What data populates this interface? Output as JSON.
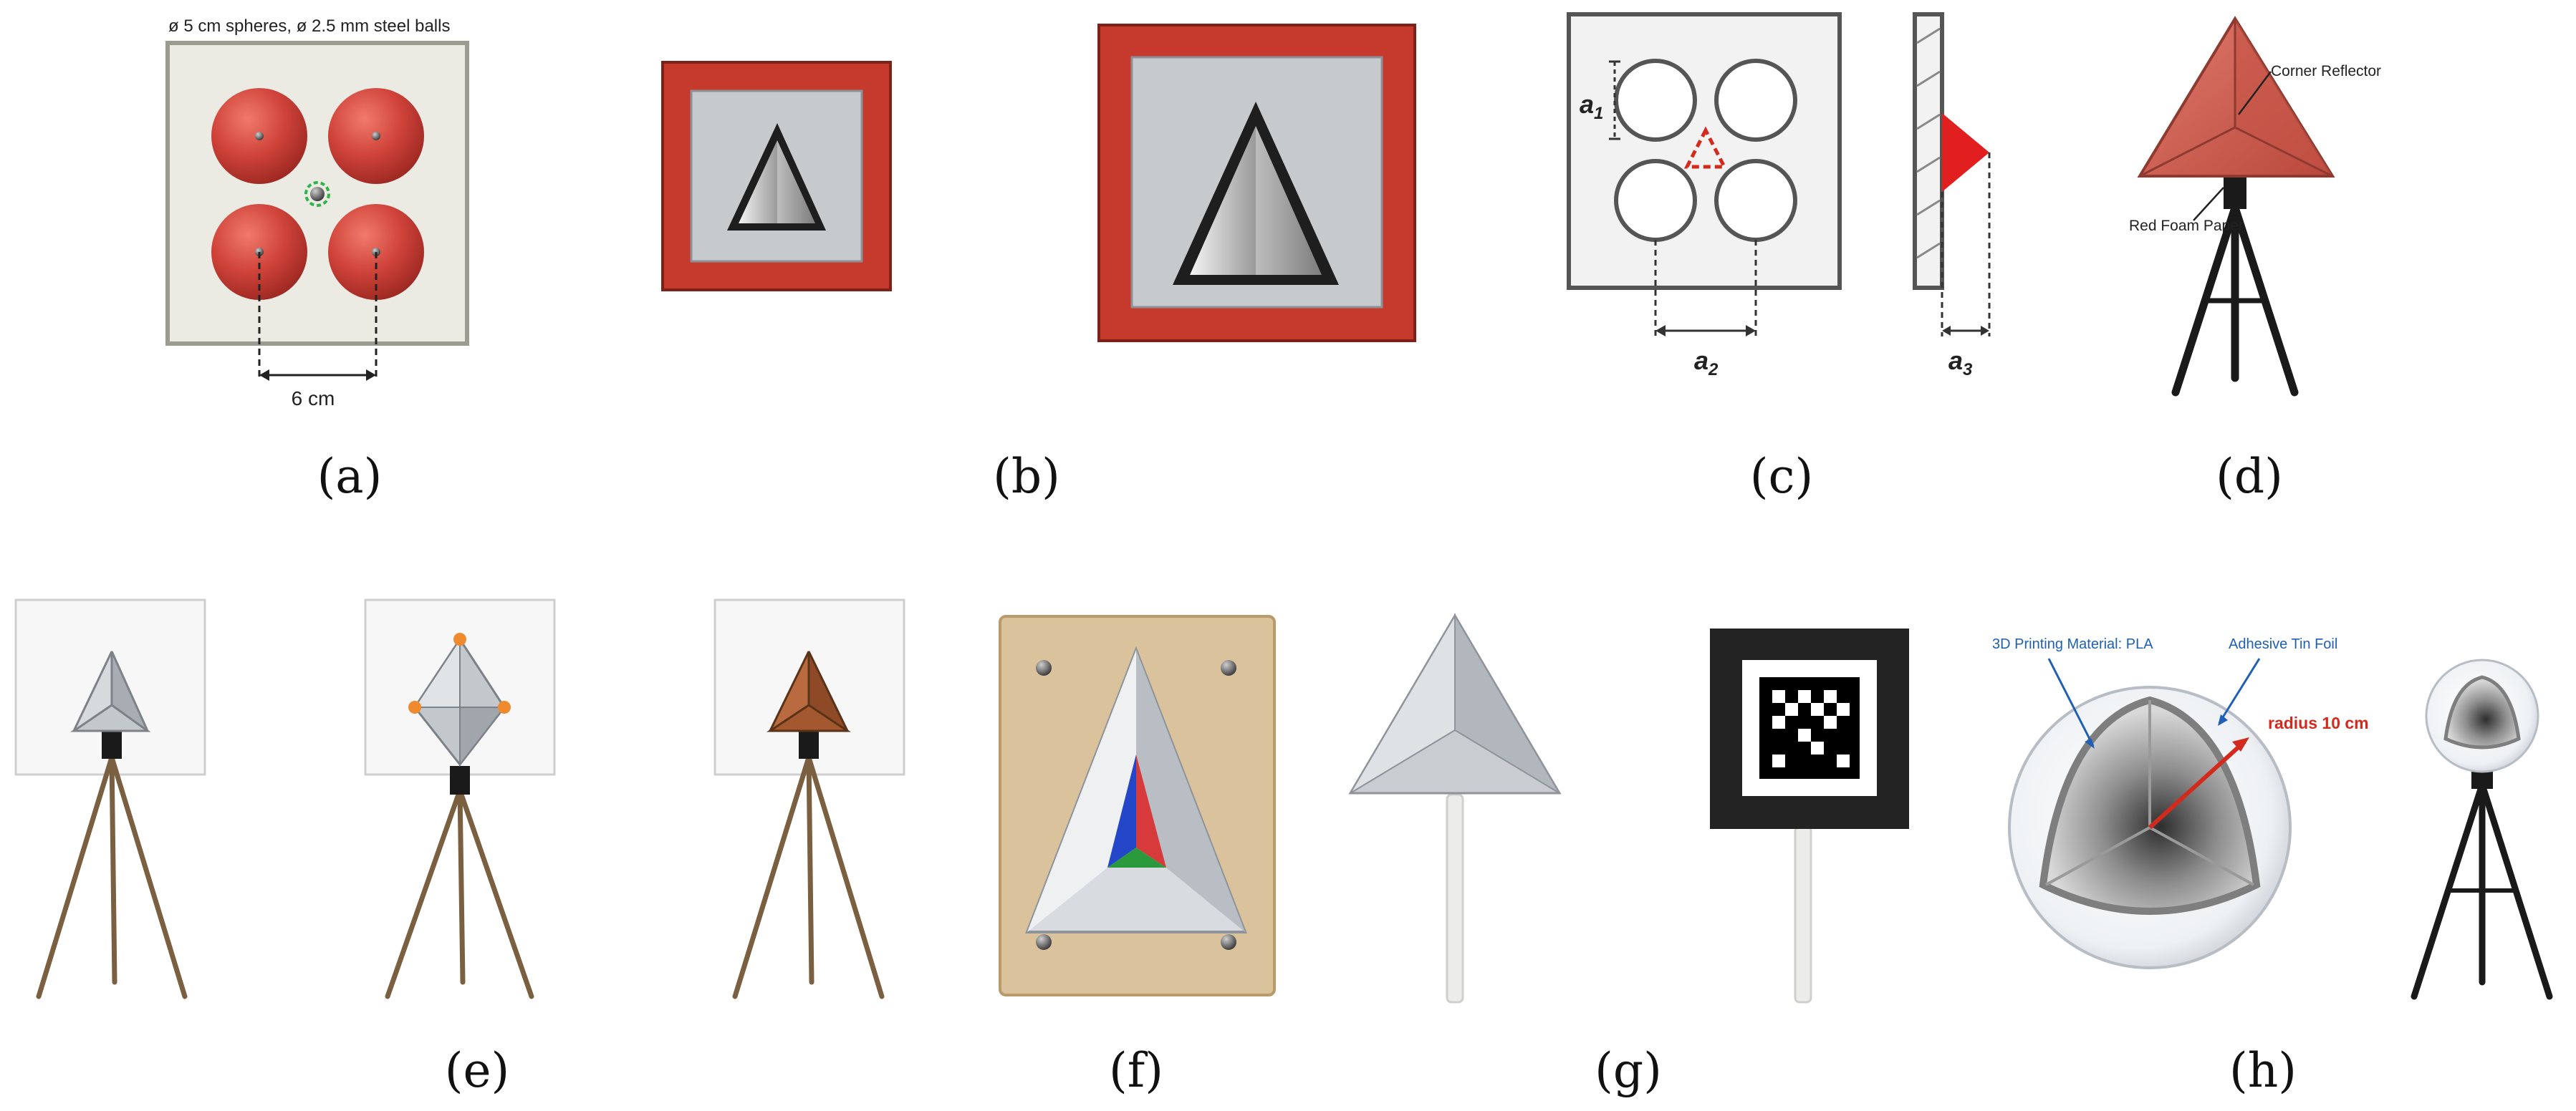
{
  "captions": {
    "a": "(a)",
    "b": "(b)",
    "c": "(c)",
    "d": "(d)",
    "e": "(e)",
    "f": "(f)",
    "g": "(g)",
    "h": "(h)"
  },
  "panel_a": {
    "title": "ø 5 cm spheres, ø 2.5 mm steel balls",
    "distance": "6 cm"
  },
  "panel_c": {
    "a1": "a",
    "a1_sub": "1",
    "a2": "a",
    "a2_sub": "2",
    "a3": "a",
    "a3_sub": "3"
  },
  "panel_d": {
    "corner_reflector": "Corner Reflector",
    "red_foam_paper": "Red Foam Paper"
  },
  "panel_h": {
    "material": "3D Printing Material: PLA",
    "foil": "Adhesive Tin Foil",
    "radius": "radius 10 cm"
  },
  "colors": {
    "sphere_red": "#d0433a",
    "frame_red": "#c63a2e",
    "panel_grey": "#c6cacd",
    "board_tan": "#d9c29c",
    "tripod_brown": "#7a6040",
    "annotation_blue": "#1f5fb5",
    "radius_red": "#d32a1e"
  }
}
